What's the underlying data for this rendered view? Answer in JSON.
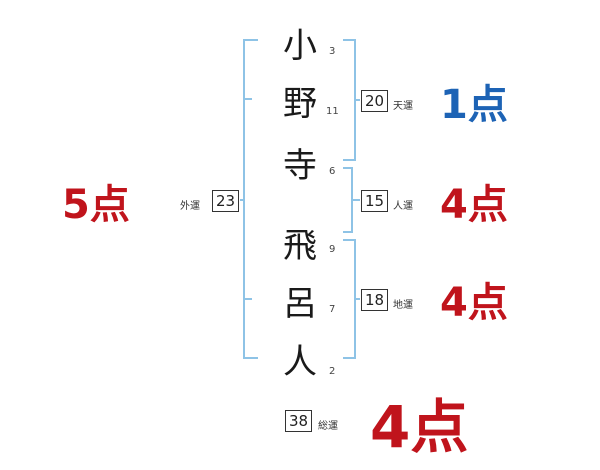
{
  "name_chars": [
    "小",
    "野",
    "寺",
    "飛",
    "呂",
    "人"
  ],
  "strokes": [
    "3",
    "11",
    "6",
    "9",
    "7",
    "2"
  ],
  "heaven": {
    "value": "20",
    "label": "天運",
    "score": "1点",
    "color": "#1d63b5"
  },
  "person": {
    "value": "15",
    "label": "人運",
    "score": "4点",
    "color": "#c0141c"
  },
  "earth": {
    "value": "18",
    "label": "地運",
    "score": "4点",
    "color": "#c0141c"
  },
  "outer": {
    "value": "23",
    "label": "外運",
    "score": "5点",
    "color": "#c0141c"
  },
  "total": {
    "value": "38",
    "label": "総運",
    "score": "4点",
    "color": "#c0141c"
  },
  "colors": {
    "bracket": "#8ec3e6",
    "accent_red": "#c0141c",
    "accent_blue": "#1d63b5"
  }
}
